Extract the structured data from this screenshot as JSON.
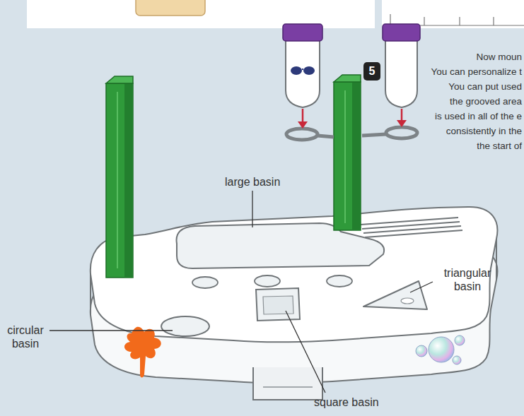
{
  "diagram": {
    "labels": [
      "5",
      "large basin",
      "triangular basin",
      "circular basin",
      "square basin",
      "Now moun",
      "You can personalize t",
      "You can put used",
      "the grooved area",
      "is used in all of the e",
      "consistently in the",
      "the start of"
    ]
  }
}
